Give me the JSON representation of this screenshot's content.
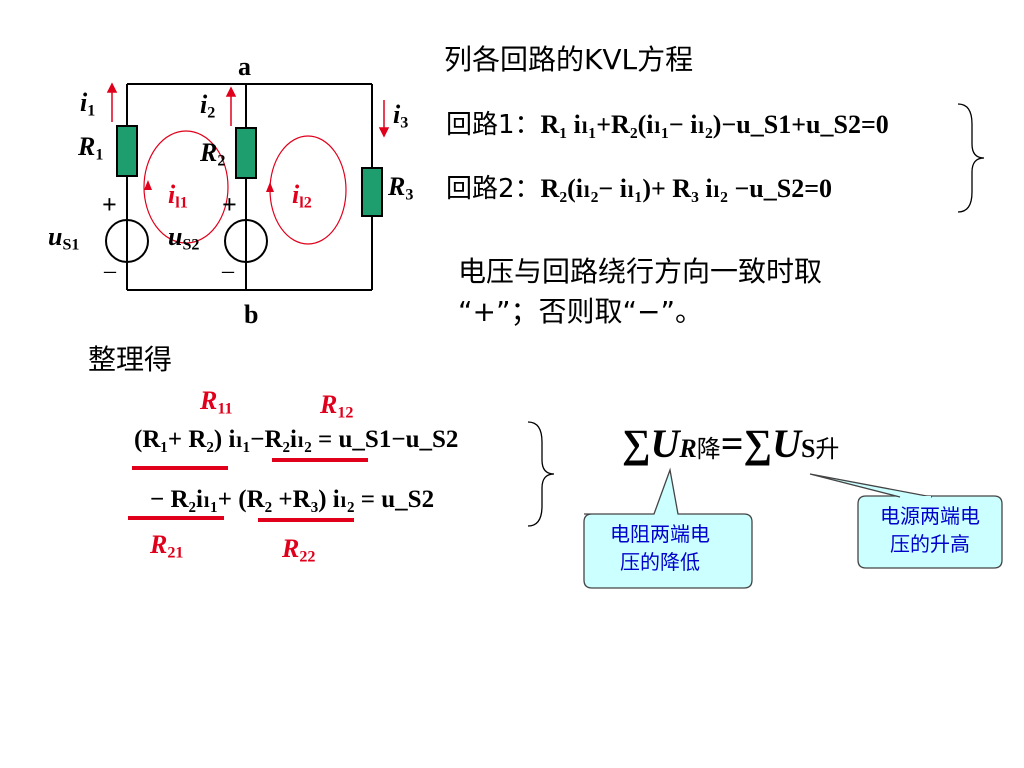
{
  "circuit": {
    "node_a": "a",
    "node_b": "b",
    "i1": "i",
    "i1_sub": "1",
    "i2": "i",
    "i2_sub": "2",
    "i3": "i",
    "i3_sub": "3",
    "R1": "R",
    "R1_sub": "1",
    "R2": "R",
    "R2_sub": "2",
    "R3": "R",
    "R3_sub": "3",
    "il1": "i",
    "il1_sub": "l1",
    "il2": "i",
    "il2_sub": "l2",
    "us1": "u",
    "us1_sub": "S1",
    "us2": "u",
    "us2_sub": "S2",
    "plus": "+",
    "minus": "–",
    "colors": {
      "resistor": "#1e9e6e",
      "wire": "#000000",
      "loop": "#e0001b",
      "arrow": "#e0001b"
    }
  },
  "heading": "列各回路的KVL方程",
  "loop1": {
    "label": "回路1：",
    "equation": "R₁ iₗ₁+R₂(iₗ₁− iₗ₂)−u_S1+u_S2=0"
  },
  "loop2": {
    "label": "回路2：",
    "equation": "R₂(iₗ₂− iₗ₁)+ R₃ iₗ₂ −u_S2=0"
  },
  "rule_line1": "电压与回路绕行方向一致时取",
  "rule_line2": "“+”；否则取“−”。",
  "arrange": "整理得",
  "coeff_labels": {
    "R11": "11",
    "R12": "12",
    "R21": "21",
    "R22": "22",
    "R": "R"
  },
  "eq1": "(R₁+ R₂) iₗ₁−R₂iₗ₂ = u_S1−u_S2",
  "eq2": "− R₂iₗ₁+ (R₂ +R₃) iₗ₂ = u_S2",
  "summary": {
    "sigma": "∑",
    "U": "U",
    "R": "R",
    "jiang": "降",
    "equals": "=",
    "S": "S",
    "sheng": "升"
  },
  "callout_left": {
    "line1": "电阻两端电",
    "line2": "压的降低"
  },
  "callout_right": {
    "line1": "电源两端电",
    "line2": "压的升高"
  },
  "theme": {
    "callout_fill": "#ccffff",
    "callout_border": "#444444",
    "callout_text": "#0000cc",
    "underline": "#e0001b"
  }
}
